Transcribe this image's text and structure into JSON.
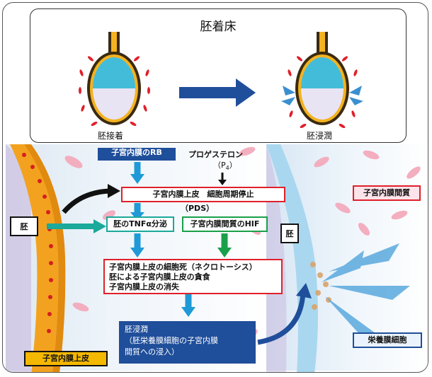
{
  "top_panel": {
    "title": "胚着床",
    "left_caption": "胚接着",
    "right_caption": "胚浸潤"
  },
  "flow": {
    "rb_box": "子宮内膜のRB",
    "progesterone": "プロゲステロン",
    "p4": "（P",
    "p4_sub": "4",
    "p4_close": "）",
    "cell_cycle_box": "子宮内膜上皮　細胞周期停止",
    "pds": "（PDS）",
    "embryo_left": "胚",
    "tnf_box": "胚のTNFα分泌",
    "hif_box": "子宮内膜間質のHIF",
    "necrosis_line1": "子宮内膜上皮の細胞死（ネクロトーシス）",
    "necrosis_line2": "胚による子宮内膜上皮の貪食",
    "necrosis_line3": "子宮内膜上皮の消失",
    "invasion_line1": "胚浸潤",
    "invasion_line2": "（胚栄養膜細胞の子宮内膜",
    "invasion_line3": "間質への浸入）",
    "epithelium_label": "子宮内膜上皮",
    "embryo_right": "胚",
    "stroma_label": "子宮内膜間質",
    "trophoblast_label": "栄養膜細胞"
  },
  "colors": {
    "blue_arrow": "#1f9ad6",
    "dark_blue_box": "#1f4e9a",
    "red_border": "#e0202a",
    "green": "#1aa04a",
    "teal": "#1aa99a",
    "yellow_label": "#f5b800"
  }
}
